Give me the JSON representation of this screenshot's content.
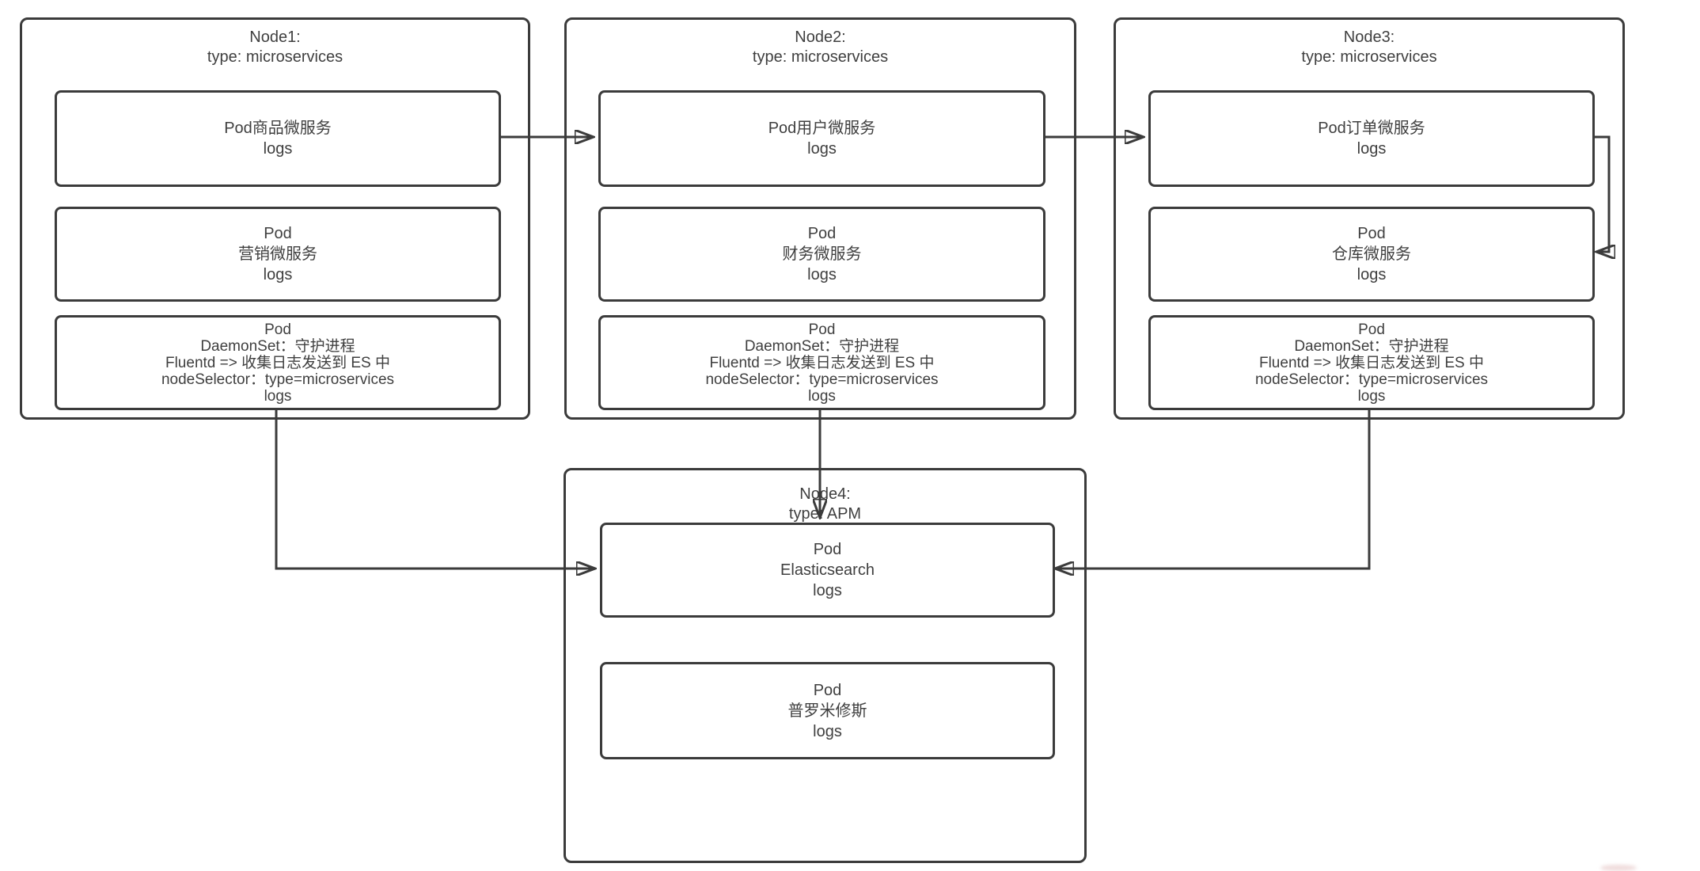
{
  "diagram": {
    "description": "Kubernetes DaemonSet log-collection topology: three microservices nodes ship logs via Fluentd to Elasticsearch on an APM node",
    "colors": {
      "line": "#3b3b3b",
      "text": "#3f3f3f",
      "background": "#ffffff"
    },
    "nodes": [
      {
        "title": [
          "Node1:",
          "type: microservices"
        ],
        "pods": [
          {
            "lines": [
              "Pod商品微服务",
              "logs"
            ]
          },
          {
            "lines": [
              "Pod",
              "营销微服务",
              "logs"
            ]
          },
          {
            "lines": [
              "Pod",
              "DaemonSet：守护进程",
              "Fluentd => 收集日志发送到 ES 中",
              "nodeSelector：type=microservices",
              "logs"
            ]
          }
        ]
      },
      {
        "title": [
          "Node2:",
          "type: microservices"
        ],
        "pods": [
          {
            "lines": [
              "Pod用户微服务",
              "logs"
            ]
          },
          {
            "lines": [
              "Pod",
              "财务微服务",
              "logs"
            ]
          },
          {
            "lines": [
              "Pod",
              "DaemonSet：守护进程",
              "Fluentd => 收集日志发送到 ES 中",
              "nodeSelector：type=microservices",
              "logs"
            ]
          }
        ]
      },
      {
        "title": [
          "Node3:",
          "type: microservices"
        ],
        "pods": [
          {
            "lines": [
              "Pod订单微服务",
              "logs"
            ]
          },
          {
            "lines": [
              "Pod",
              "仓库微服务",
              "logs"
            ]
          },
          {
            "lines": [
              "Pod",
              "DaemonSet：守护进程",
              "Fluentd => 收集日志发送到 ES 中",
              "nodeSelector：type=microservices",
              "logs"
            ]
          }
        ]
      },
      {
        "title": [
          "Node4:",
          "type: APM"
        ],
        "pods": [
          {
            "lines": [
              "Pod",
              "Elasticsearch",
              "logs"
            ]
          },
          {
            "lines": [
              "Pod",
              "普罗米修斯",
              "logs"
            ]
          }
        ]
      }
    ],
    "connections": [
      {
        "from": "node1 Pod商品微服务",
        "to": "node2 Pod用户微服务",
        "style": "arrow"
      },
      {
        "from": "node2 Pod用户微服务",
        "to": "node3 Pod订单微服务",
        "style": "arrow"
      },
      {
        "from": "node3 Pod订单微服务",
        "to": "node3 Pod仓库微服务",
        "style": "arrow"
      },
      {
        "from": "node1 Pod DaemonSet Fluentd",
        "to": "node4 Pod Elasticsearch",
        "style": "arrow"
      },
      {
        "from": "node2 Pod DaemonSet Fluentd",
        "to": "node4 Pod Elasticsearch",
        "style": "arrow"
      },
      {
        "from": "node3 Pod DaemonSet Fluentd",
        "to": "node4 Pod Elasticsearch",
        "style": "arrow"
      }
    ]
  }
}
